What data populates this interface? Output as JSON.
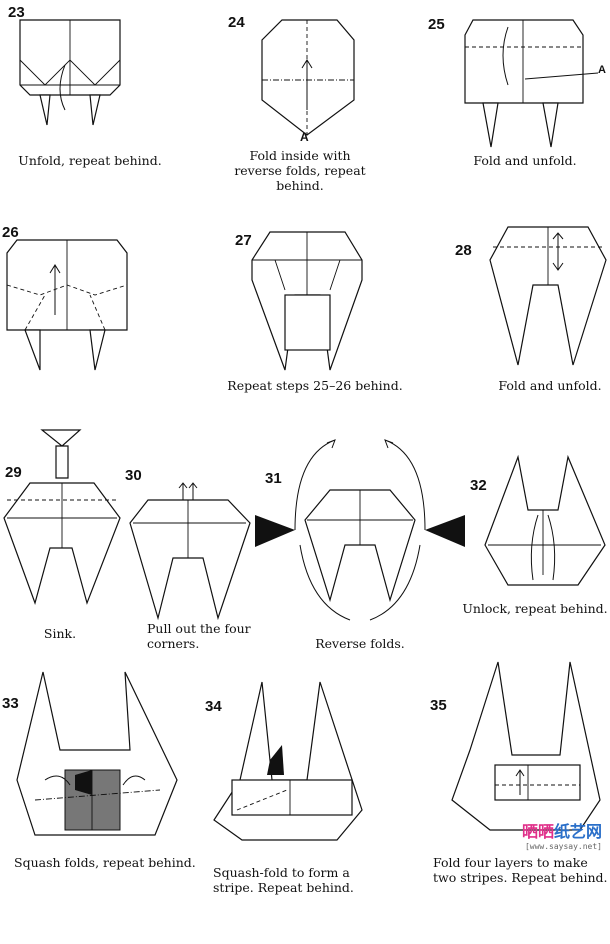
{
  "steps": [
    {
      "number": "23",
      "caption": "Unfold, repeat behind."
    },
    {
      "number": "24",
      "caption": "Fold inside with reverse folds, repeat behind.",
      "label": "A"
    },
    {
      "number": "25",
      "caption": "Fold and unfold.",
      "label": "A"
    },
    {
      "number": "26",
      "caption": ""
    },
    {
      "number": "27",
      "caption": "Repeat steps 25–26 behind."
    },
    {
      "number": "28",
      "caption": "Fold and unfold."
    },
    {
      "number": "29",
      "caption": "Sink."
    },
    {
      "number": "30",
      "caption": "Pull out the four corners."
    },
    {
      "number": "31",
      "caption": "Reverse folds."
    },
    {
      "number": "32",
      "caption": "Unlock, repeat behind."
    },
    {
      "number": "33",
      "caption": "Squash folds, repeat behind."
    },
    {
      "number": "34",
      "caption": "Squash-fold to form a stripe. Repeat behind."
    },
    {
      "number": "35",
      "caption": "Fold four layers to make two stripes. Repeat behind."
    }
  ],
  "watermark": {
    "logo_a": "晒晒",
    "logo_b": "纸艺网",
    "url": "[www.saysay.net]"
  }
}
